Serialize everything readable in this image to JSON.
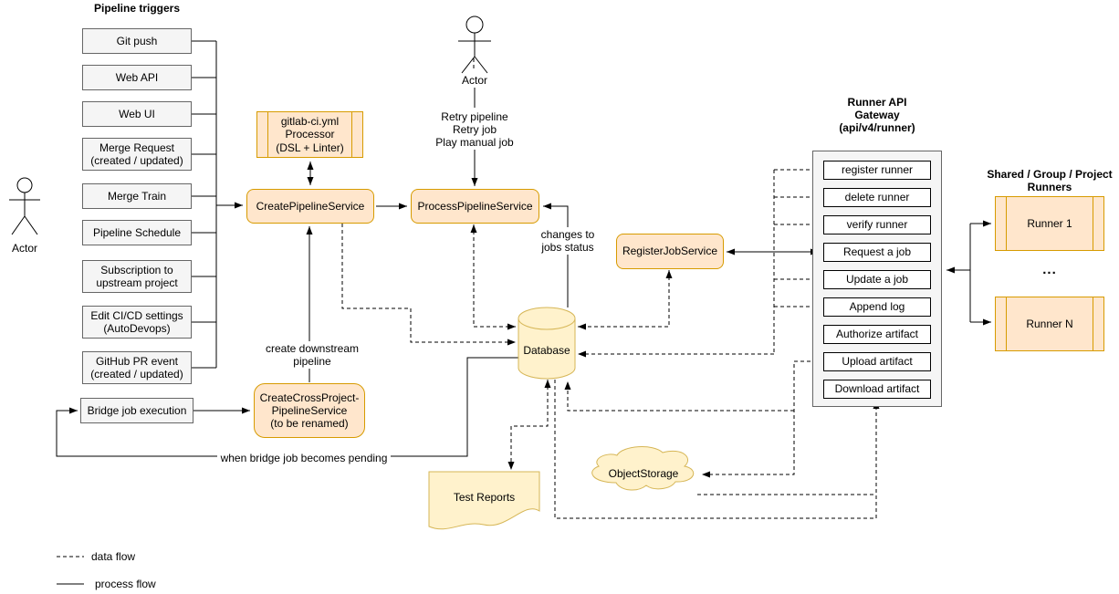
{
  "triggers": {
    "title": "Pipeline triggers",
    "items": [
      "Git push",
      "Web API",
      "Web UI",
      "Merge Request\n(created / updated)",
      "Merge Train",
      "Pipeline Schedule",
      "Subscription to\nupstream project",
      "Edit CI/CD settings\n(AutoDevops)",
      "GitHub PR event\n(created / updated)",
      "Bridge job execution"
    ]
  },
  "actors": {
    "left": "Actor",
    "top": "Actor"
  },
  "services": {
    "processor": "gitlab-ci.yml\nProcessor\n(DSL + Linter)",
    "create_pipeline": "CreatePipelineService",
    "process_pipeline": "ProcessPipelineService",
    "cross_project": "CreateCrossProject-\nPipelineService\n(to be renamed)",
    "register_job": "RegisterJobService"
  },
  "gateway": {
    "title": "Runner API\nGateway\n(api/v4/runner)",
    "endpoints": [
      "register runner",
      "delete runner",
      "verify runner",
      "Request a job",
      "Update a job",
      "Append log",
      "Authorize artifact",
      "Upload artifact",
      "Download artifact"
    ]
  },
  "runners": {
    "title": "Shared / Group / Project\nRunners",
    "runner_1": "Runner 1",
    "runner_n": "Runner N",
    "ellipsis": "..."
  },
  "storage": {
    "database": "Database",
    "object_storage": "ObjectStorage",
    "test_reports": "Test Reports"
  },
  "annotations": {
    "retry": "Retry pipeline\nRetry job\nPlay manual job",
    "changes": "changes to\njobs status",
    "create_downstream": "create downstream\npipeline",
    "bridge_pending": "when bridge job becomes pending"
  },
  "legend": {
    "data_flow": "data flow",
    "process_flow": "process flow"
  },
  "colors": {
    "service_fill": "#ffe6cc",
    "service_stroke": "#d79b00",
    "storage_fill": "#fff2cc",
    "storage_stroke": "#d6b656",
    "trigger_fill": "#f5f5f5",
    "trigger_stroke": "#666666",
    "line": "#000000"
  }
}
